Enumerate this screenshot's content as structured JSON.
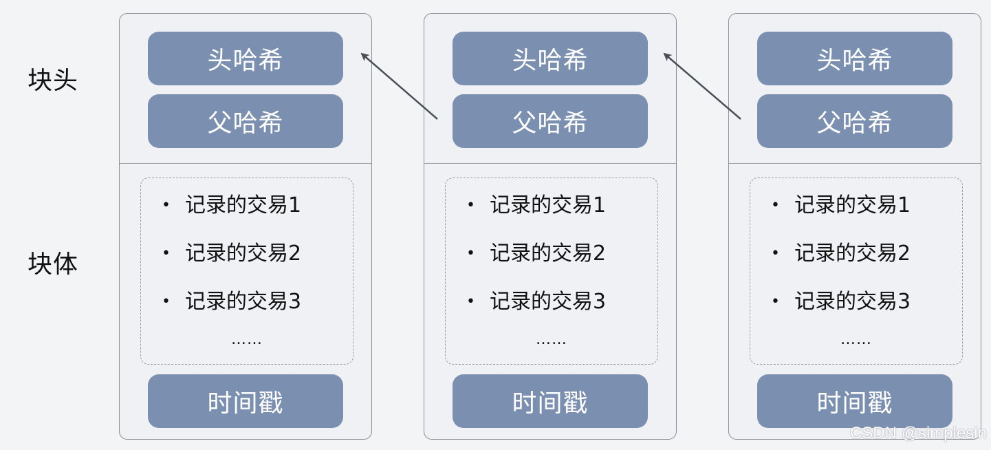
{
  "labels": {
    "header": "块头",
    "body": "块体"
  },
  "blocks": [
    {
      "head_hash": "头哈希",
      "parent_hash": "父哈希",
      "transactions": [
        "记录的交易1",
        "记录的交易2",
        "记录的交易3"
      ],
      "ellipsis": "……",
      "timestamp": "时间戳"
    },
    {
      "head_hash": "头哈希",
      "parent_hash": "父哈希",
      "transactions": [
        "记录的交易1",
        "记录的交易2",
        "记录的交易3"
      ],
      "ellipsis": "……",
      "timestamp": "时间戳"
    },
    {
      "head_hash": "头哈希",
      "parent_hash": "父哈希",
      "transactions": [
        "记录的交易1",
        "记录的交易2",
        "记录的交易3"
      ],
      "ellipsis": "……",
      "timestamp": "时间戳"
    }
  ],
  "bullet": "•",
  "watermark": "CSDN @simplesin",
  "colors": {
    "pill": "#7b90b0",
    "block_bg": "#f0f1f4",
    "border": "#8d8f95",
    "arrow": "#4a4f57"
  }
}
